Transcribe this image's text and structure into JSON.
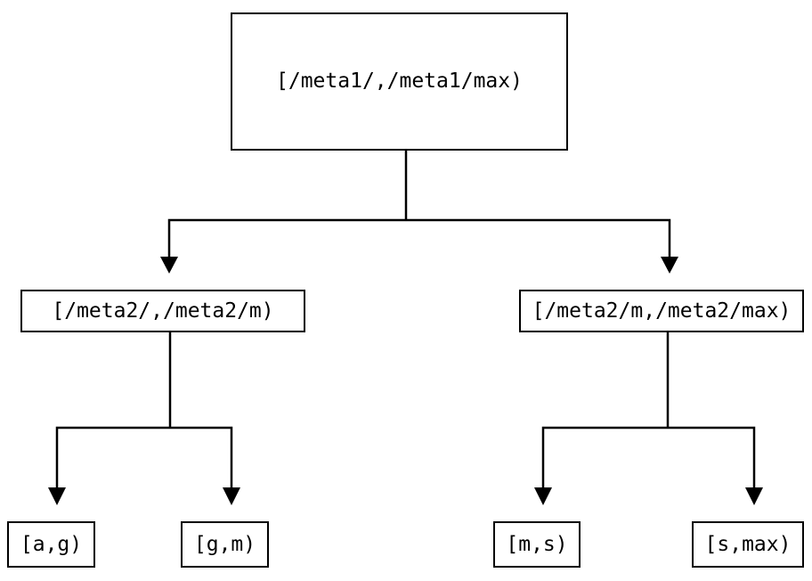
{
  "diagram": {
    "type": "tree",
    "colors": {
      "background": "#ffffff",
      "line": "#000000",
      "text": "#000000",
      "node_fill": "#ffffff"
    },
    "nodes": {
      "root": {
        "label": "[/meta1/,/meta1/max)"
      },
      "meta2_low": {
        "label": "[/meta2/,/meta2/m)"
      },
      "meta2_high": {
        "label": "[/meta2/m,/meta2/max)"
      },
      "leaf_a_g": {
        "label": "[a,g)"
      },
      "leaf_g_m": {
        "label": "[g,m)"
      },
      "leaf_m_s": {
        "label": "[m,s)"
      },
      "leaf_s_max": {
        "label": "[s,max)"
      }
    },
    "edges": [
      {
        "from": "root",
        "to": "meta2_low"
      },
      {
        "from": "root",
        "to": "meta2_high"
      },
      {
        "from": "meta2_low",
        "to": "leaf_a_g"
      },
      {
        "from": "meta2_low",
        "to": "leaf_g_m"
      },
      {
        "from": "meta2_high",
        "to": "leaf_m_s"
      },
      {
        "from": "meta2_high",
        "to": "leaf_s_max"
      }
    ]
  }
}
